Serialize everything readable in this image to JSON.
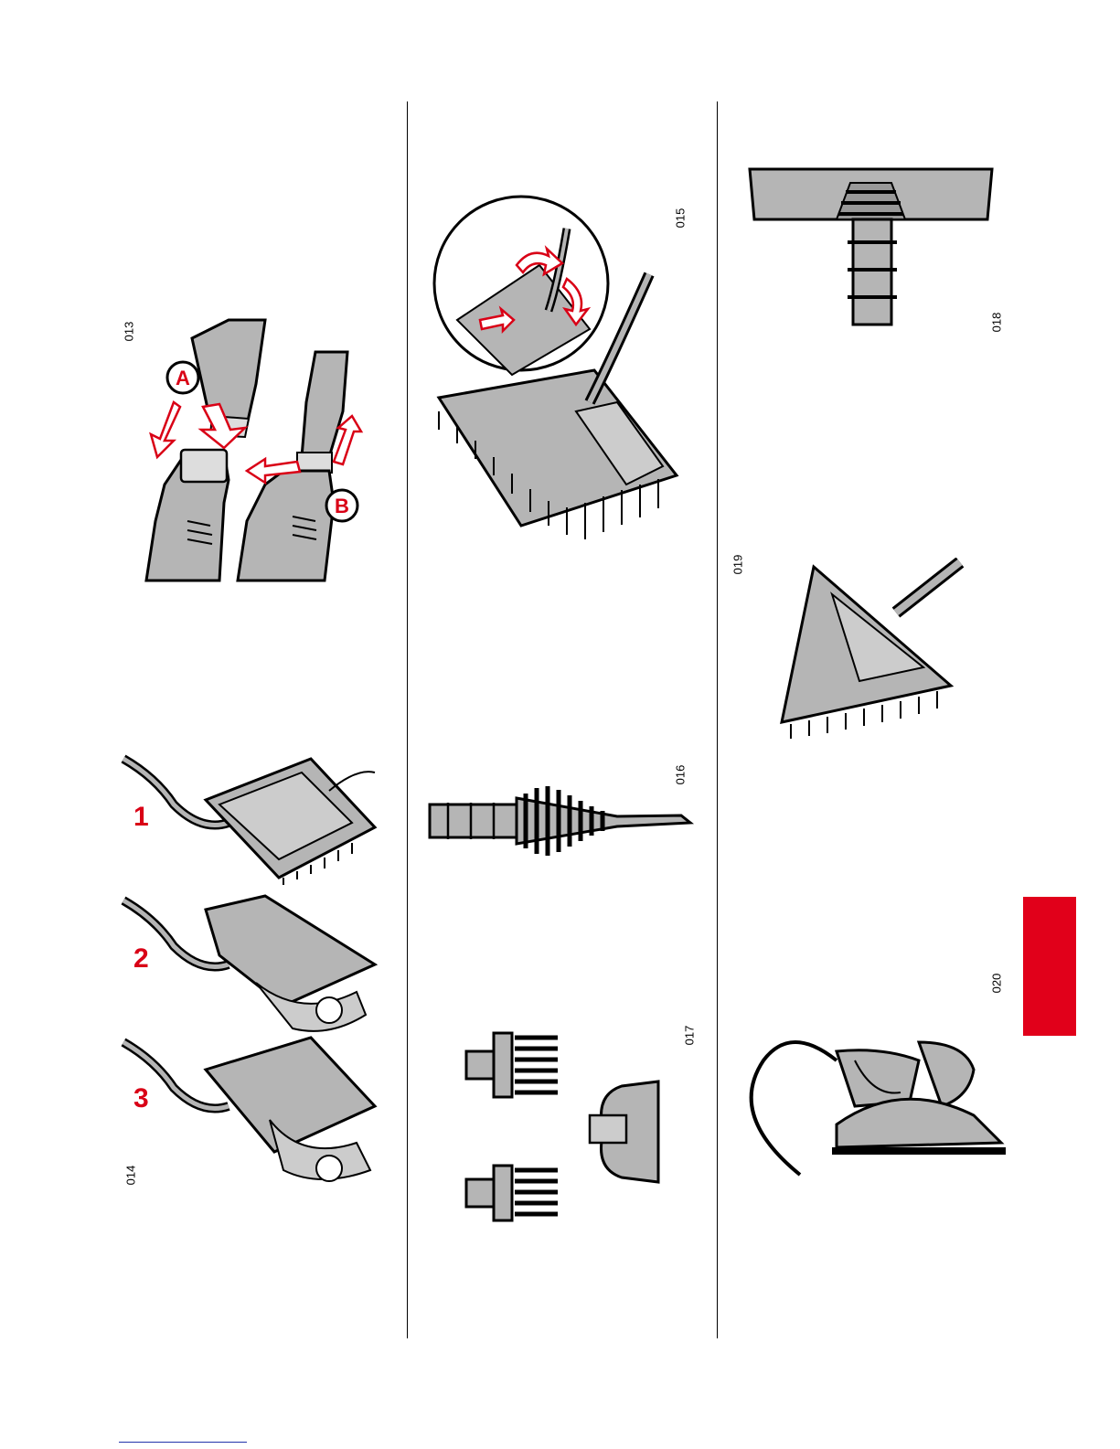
{
  "figures": {
    "f013": "013",
    "f014": "014",
    "f015": "015",
    "f016": "016",
    "f017": "017",
    "f018": "018",
    "f019": "019",
    "f020": "020"
  },
  "labels": {
    "a": "A",
    "b": "B"
  },
  "steps": [
    "1",
    "2",
    "3"
  ],
  "colors": {
    "accent": "#e1001a",
    "illustration_fill": "#b5b5b5",
    "line": "#000000"
  }
}
